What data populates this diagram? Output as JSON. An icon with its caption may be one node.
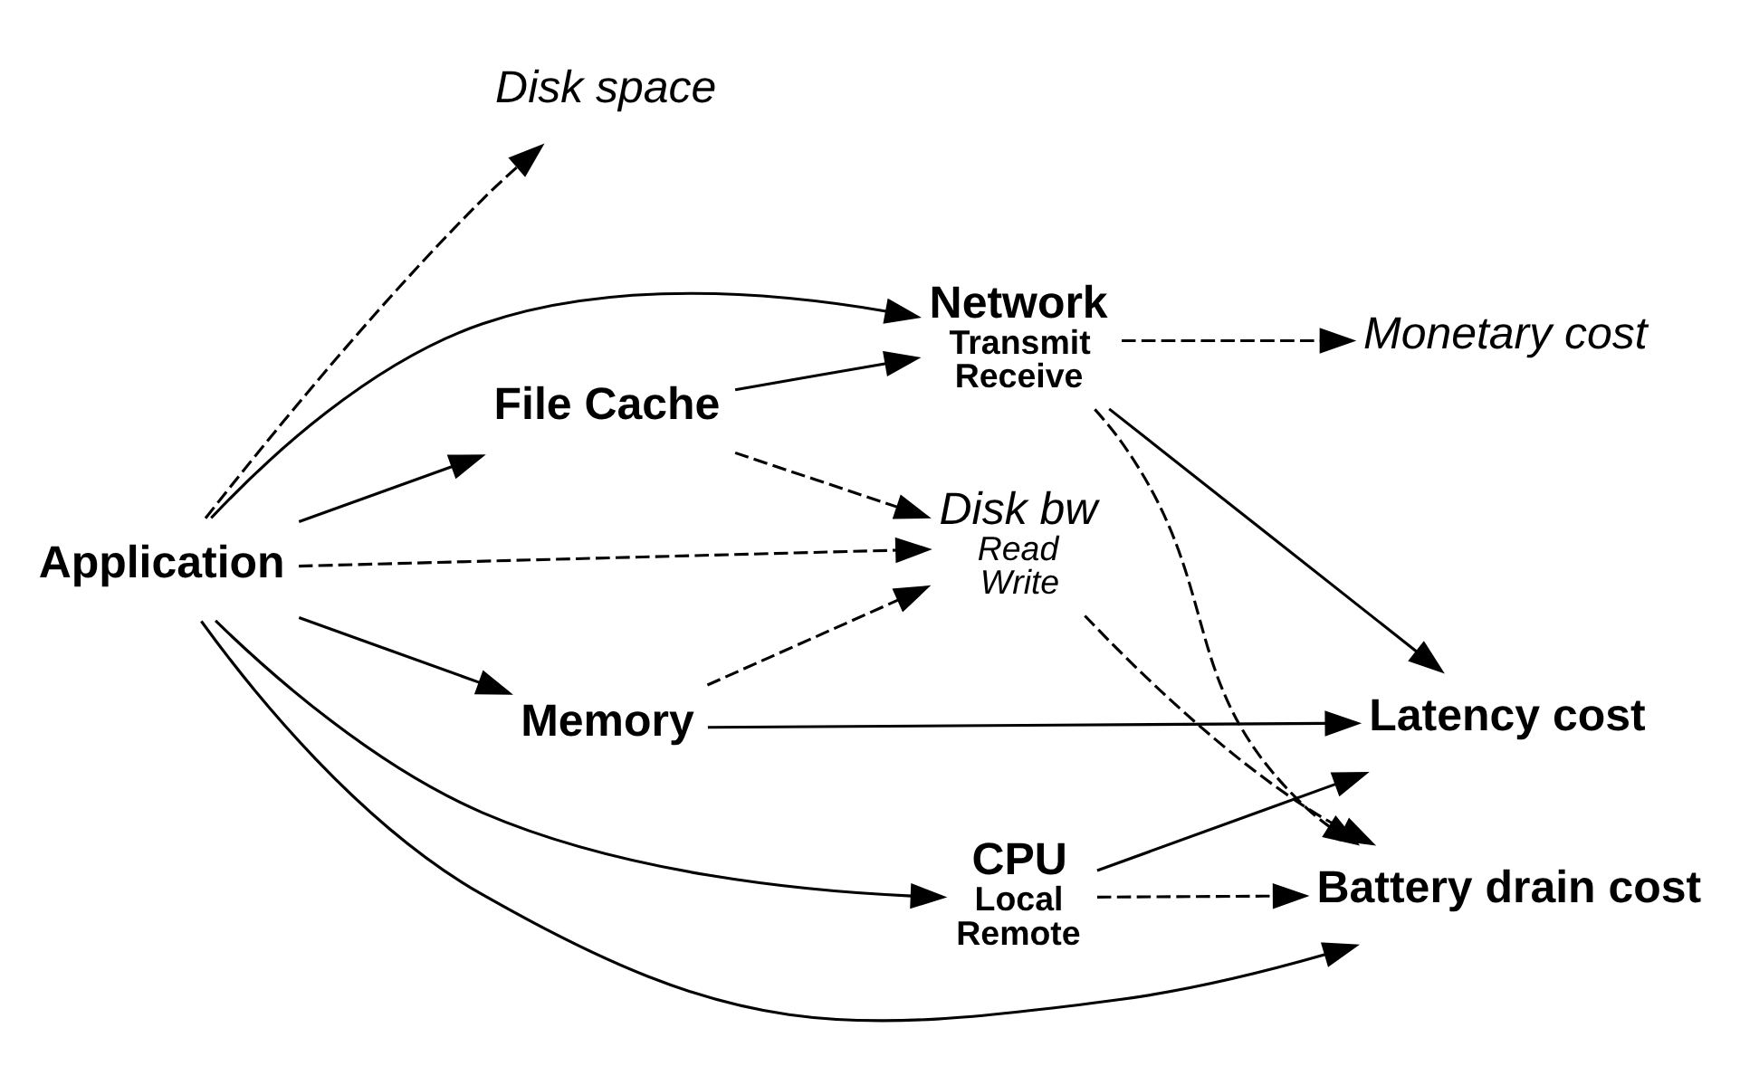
{
  "diagram": {
    "nodes": [
      {
        "text": [
          "Application"
        ]
      },
      {
        "text": [
          "Disk space"
        ]
      },
      {
        "text": [
          "Network",
          "Transmit",
          "Receive"
        ]
      },
      {
        "text": [
          "Monetary cost"
        ]
      },
      {
        "text": [
          "File Cache"
        ]
      },
      {
        "text": [
          "Disk bw",
          "Read",
          "Write"
        ]
      },
      {
        "text": [
          "Latency cost"
        ]
      },
      {
        "text": [
          "Memory"
        ]
      },
      {
        "text": [
          "CPU",
          "Local",
          "Remote"
        ]
      },
      {
        "text": [
          "Battery drain cost"
        ]
      }
    ],
    "edges": [
      {
        "from": 0,
        "to": 1,
        "arrow": "to",
        "style": "dashed"
      },
      {
        "from": 0,
        "to": 2,
        "arrow": "to"
      },
      {
        "from": 0,
        "to": 4,
        "arrow": "to"
      },
      {
        "from": 0,
        "to": 5,
        "arrow": "to",
        "style": "dashed"
      },
      {
        "from": 0,
        "to": 7,
        "arrow": "to"
      },
      {
        "from": 0,
        "to": 8,
        "arrow": "to"
      },
      {
        "from": 0,
        "to": 9,
        "arrow": "to"
      },
      {
        "from": 4,
        "to": 2,
        "arrow": "to"
      },
      {
        "from": 4,
        "to": 5,
        "arrow": "to",
        "style": "dashed"
      },
      {
        "from": 7,
        "to": 5,
        "arrow": "to",
        "style": "dashed"
      },
      {
        "from": 7,
        "to": 6,
        "arrow": "to"
      },
      {
        "from": 2,
        "to": 3,
        "arrow": "to",
        "style": "dashed"
      },
      {
        "from": 2,
        "to": 6,
        "arrow": "to"
      },
      {
        "from": 2,
        "to": 9,
        "arrow": "to",
        "style": "dashed"
      },
      {
        "from": 5,
        "to": 9,
        "arrow": "to",
        "style": "dashed"
      },
      {
        "from": 8,
        "to": 6,
        "arrow": "to"
      },
      {
        "from": 8,
        "to": 9,
        "arrow": "to",
        "style": "dashed"
      }
    ]
  }
}
